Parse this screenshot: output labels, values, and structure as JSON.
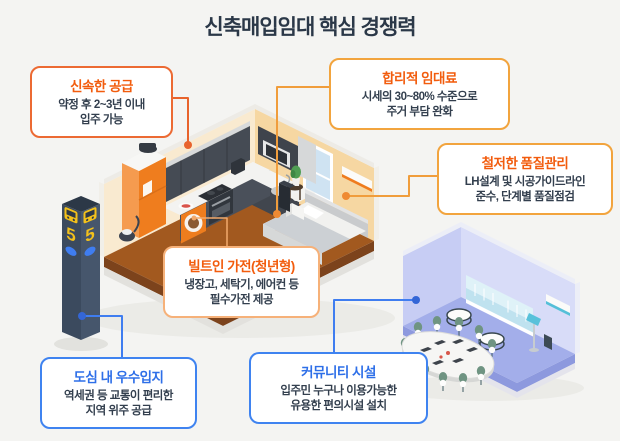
{
  "title": {
    "text": "신축매입임대 핵심 경쟁력"
  },
  "callouts": {
    "supply": {
      "title": "신속한 공급",
      "line1": "약정 후 2~3년 이내",
      "line2": "입주 가능"
    },
    "rent": {
      "title": "합리적 임대료",
      "line1": "시세의 30~80% 수준으로",
      "line2": "주거 부담 완화"
    },
    "quality": {
      "title": "철저한 품질관리",
      "line1": "LH설계 및 시공가이드라인",
      "line2": "준수, 단계별 품질점검"
    },
    "builtin": {
      "title": "빌트인 가전(청년형)",
      "line1": "냉장고, 세탁기, 에어컨 등",
      "line2": "필수가전 제공"
    },
    "location": {
      "title": "도심 내 우수입지",
      "line1": "역세권 등 교통이 편리한",
      "line2": "지역 위주 공급"
    },
    "community": {
      "title": "커뮤니티 시설",
      "line1": "입주민 누구나 이용가능한",
      "line2": "유용한 편의시설 설치"
    }
  },
  "bus_stop": {
    "number_left": "5",
    "number_right": "5"
  },
  "colors": {
    "background": "#f4f4f2",
    "title_navy": "#2b3848",
    "body_text": "#333f4e",
    "accent_orange": "#f25c0d",
    "accent_amber": "#f2a43e",
    "accent_blue": "#2e6fe8",
    "connector_orange": "#e8632c",
    "connector_blue": "#3f7df0",
    "room_wall": "#f9ead0",
    "room_floor": "#a2591f",
    "community_wall": "#c7cdf4",
    "community_floor": "#a3aeea"
  }
}
